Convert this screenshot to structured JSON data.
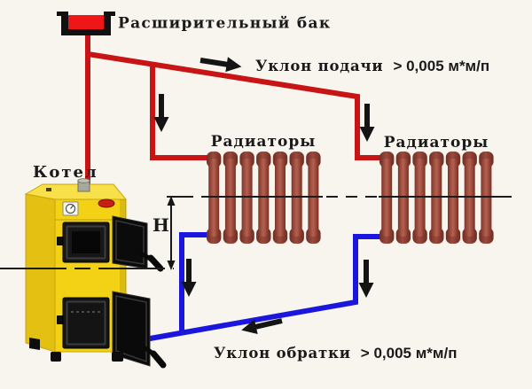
{
  "labels": {
    "expansion_tank": "Расширительный бак",
    "boiler": "Котел",
    "radiator_group_1": "Радиаторы",
    "radiator_group_2": "Радиаторы",
    "height_symbol": "H",
    "supply_slope": {
      "prefix": "Уклон подачи",
      "value": "> 0,005 м*м/п"
    },
    "return_slope": {
      "prefix": "Уклон обратки",
      "value": "> 0,005 м*м/п"
    }
  },
  "radiators": {
    "count": 2,
    "sections_each": 7
  },
  "icons": {
    "supply_flow_arrow": "black right arrow on supply pipe",
    "return_flow_arrow": "black left arrow on return pipe",
    "down_flow_arrows": "black down arrows on riser drops",
    "height_dimension_arrow": "double-headed vertical arrow H"
  },
  "colors": {
    "background": "#f8f5ef",
    "supply_pipe": "#c81414",
    "return_pipe": "#1b16dd",
    "tank_fill": "#ee1616",
    "boiler_front": "#f3d115",
    "boiler_side": "#e4c013",
    "boiler_top": "#f7e049",
    "radiator_body": "#9c4a3c",
    "arrow": "#141414",
    "line": "#1c1c1c",
    "text": "#1a1a1a"
  }
}
